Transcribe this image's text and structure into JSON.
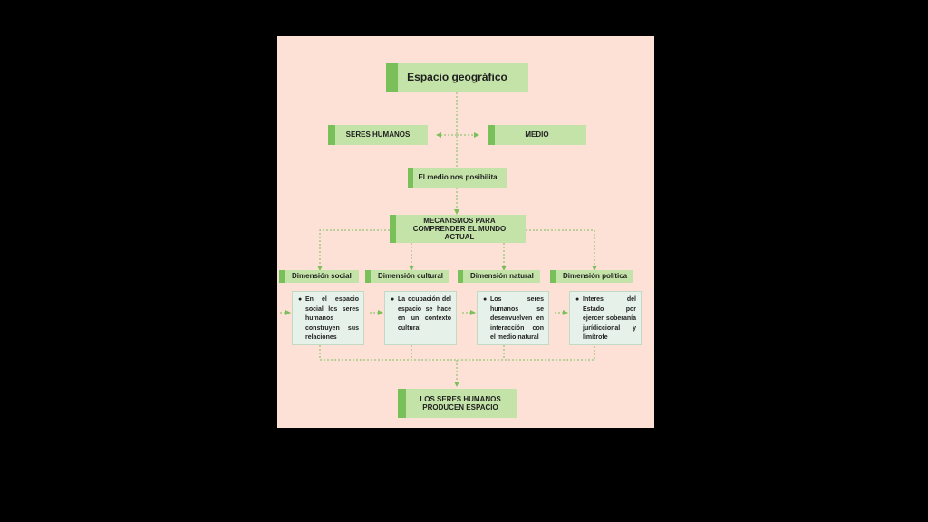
{
  "diagram": {
    "title": "Espacio geográfico",
    "left_node": "SERES HUMANOS",
    "right_node": "MEDIO",
    "enabler": "El medio nos posibilita",
    "mechanisms": "MECANISMOS PARA COMPRENDER EL MUNDO ACTUAL",
    "dimensions": [
      {
        "label": "Dimensión social",
        "text": "En el espacio social los seres humanos construyen sus relaciones"
      },
      {
        "label": "Dimensión cultural",
        "text": "La ocupación del espacio se hace en un contexto cultural"
      },
      {
        "label": "Dimensión natural",
        "text": "Los seres humanos se desenvuelven en interacción con el medio natural"
      },
      {
        "label": "Dimensión política",
        "text": "Interes del Estado por ejercer soberanía jurídiccional y limítrofe"
      }
    ],
    "result": "LOS SERES HUMANOS PRODUCEN ESPACIO"
  },
  "colors": {
    "background": "#000000",
    "slide": "#fde0d6",
    "box": "#c4e3a8",
    "box_accent": "#79c05a",
    "card": "#e6f1e9",
    "connector": "#79c05a"
  }
}
